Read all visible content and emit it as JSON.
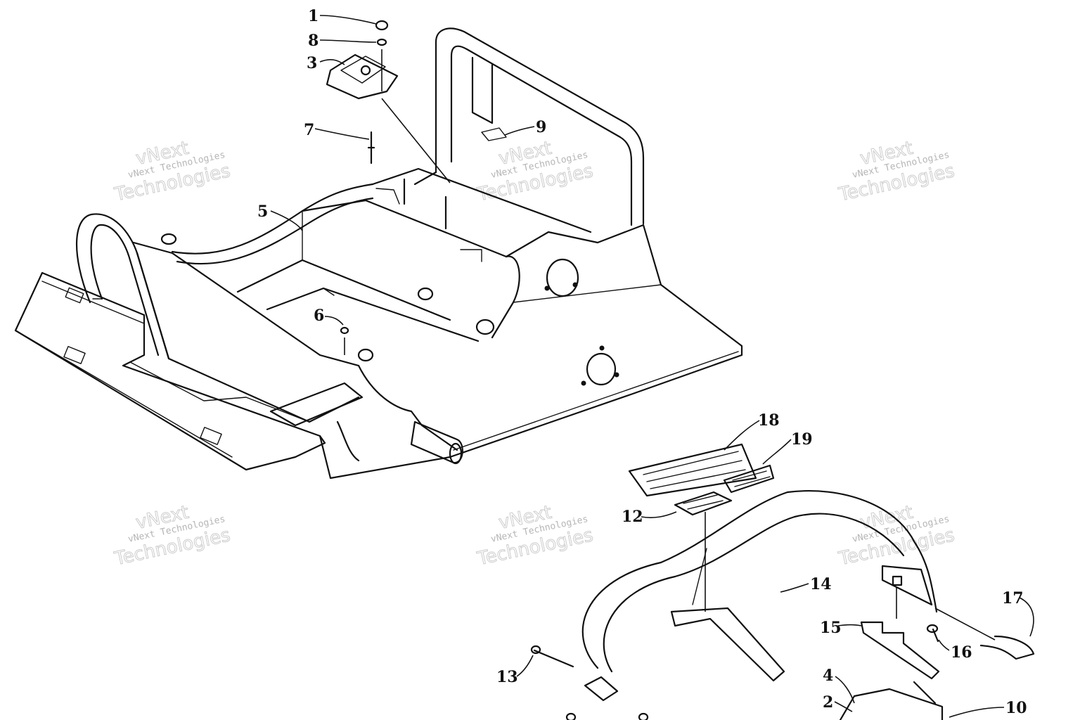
{
  "callouts": {
    "c1": "1",
    "c2": "2",
    "c3": "3",
    "c4": "4",
    "c5": "5",
    "c6": "6",
    "c7": "7",
    "c8": "8",
    "c9": "9",
    "c10": "10",
    "c12": "12",
    "c13": "13",
    "c14": "14",
    "c15": "15",
    "c16": "16",
    "c17": "17",
    "c18": "18",
    "c19": "19"
  },
  "watermark": {
    "line_small": "vNext Technologies",
    "line_top": "vNext",
    "line_bottom": "Technologies"
  }
}
